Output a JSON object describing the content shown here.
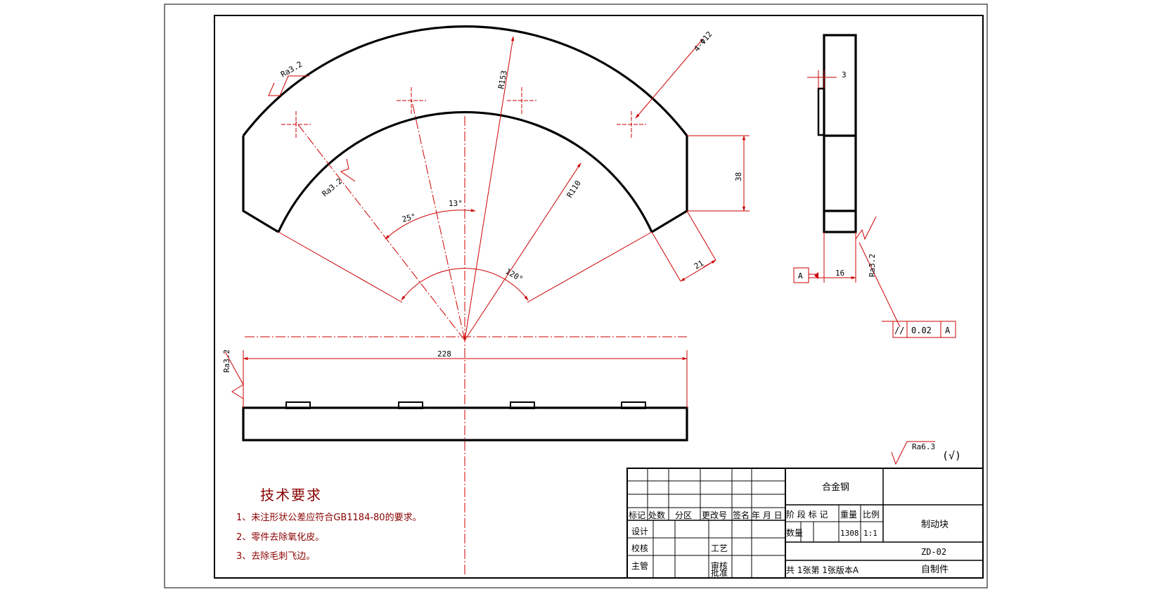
{
  "colors": {
    "outline": "#000000",
    "annotation": "#cc0000",
    "text_dark": "#8b0000"
  },
  "dimensions": {
    "outer_radius": "R153",
    "inner_radius": "R110",
    "holes": "4-Φ12",
    "width_38": "38",
    "width_21": "21",
    "angle_13": "13°",
    "angle_25": "25°",
    "angle_120": "120°",
    "length_228": "228",
    "depth_3": "3",
    "thickness_16": "16"
  },
  "roughness": {
    "ra_outer": "Ra3.2",
    "ra_inner": "Ra3.2",
    "ra_side": "Ra3.2",
    "ra_bottom": "Ra3.2",
    "ra_general": "Ra6.3",
    "ra_general_paren": "(√)"
  },
  "tolerance": {
    "datum": "A",
    "symbol": "//",
    "value": "0.02",
    "ref": "A"
  },
  "tech_requirements": {
    "title": "技术要求",
    "items": [
      "1、未注形状公差应符合GB1184-80的要求。",
      "2、零件去除氧化皮。",
      "3、去除毛刺飞边。"
    ]
  },
  "title_block": {
    "material": "合金钢",
    "part_name": "制动块",
    "drawing_no": "ZD-02",
    "source": "自制件",
    "headers": [
      "标记",
      "处数",
      "分区",
      "更改号",
      "签名",
      "年 月 日"
    ],
    "stage_label": "阶 段 标 记",
    "weight_label": "重量",
    "scale_label": "比例",
    "quantity_label": "数量",
    "weight_value": "1308",
    "scale_value": "1:1",
    "design": "设计",
    "check": "校核",
    "supervisor": "主管",
    "process": "工艺",
    "review": "审核",
    "approve": "批准",
    "sheets": "共 1张第 1张版本A"
  }
}
